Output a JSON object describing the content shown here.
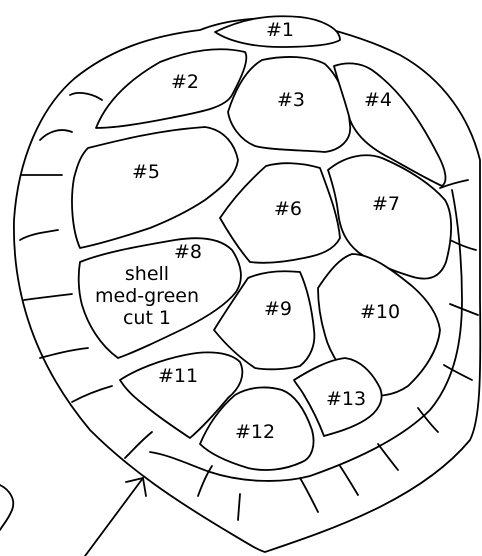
{
  "pattern": {
    "scutes": [
      {
        "id": "scute-1",
        "label": "#1"
      },
      {
        "id": "scute-2",
        "label": "#2"
      },
      {
        "id": "scute-3",
        "label": "#3"
      },
      {
        "id": "scute-4",
        "label": "#4"
      },
      {
        "id": "scute-5",
        "label": "#5"
      },
      {
        "id": "scute-6",
        "label": "#6"
      },
      {
        "id": "scute-7",
        "label": "#7"
      },
      {
        "id": "scute-8",
        "label": "#8"
      },
      {
        "id": "scute-9",
        "label": "#9"
      },
      {
        "id": "scute-10",
        "label": "#10"
      },
      {
        "id": "scute-11",
        "label": "#11"
      },
      {
        "id": "scute-12",
        "label": "#12"
      },
      {
        "id": "scute-13",
        "label": "#13"
      }
    ],
    "shell_note": [
      "shell",
      "med-green",
      "cut 1"
    ]
  }
}
